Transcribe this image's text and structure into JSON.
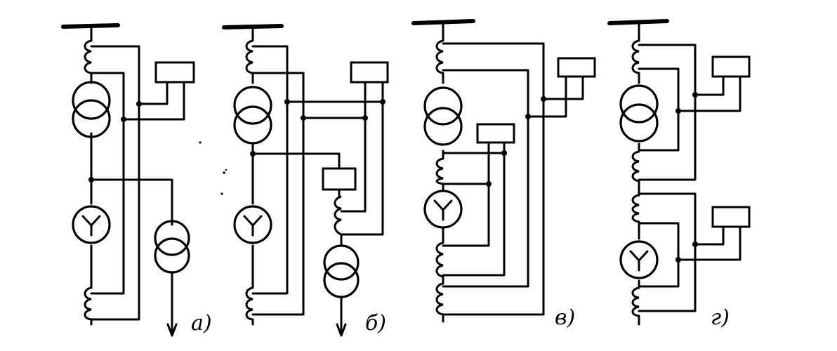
{
  "diagram": {
    "variants": [
      {
        "id": "a",
        "label": "а)"
      },
      {
        "id": "b",
        "label": "б)"
      },
      {
        "id": "v",
        "label": "в)"
      },
      {
        "id": "g",
        "label": "г)"
      }
    ]
  },
  "colors": {
    "line": "#000000",
    "background": "#ffffff"
  }
}
